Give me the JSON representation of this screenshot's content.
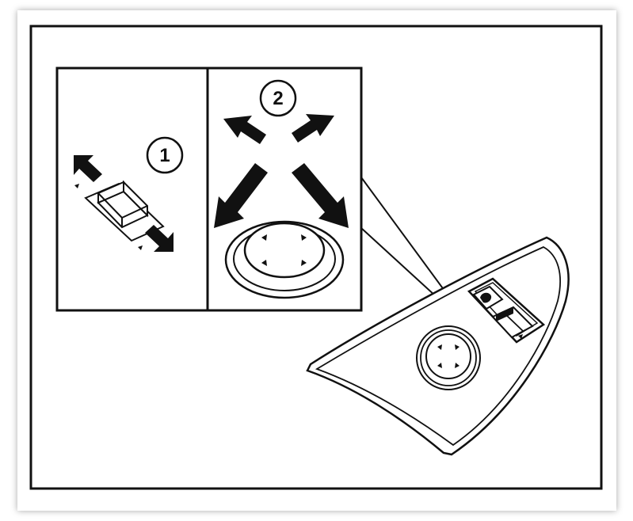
{
  "callouts": {
    "one": "1",
    "two": "2"
  },
  "colors": {
    "ink": "#111111",
    "paper": "#ffffff",
    "frame": "#1a1a1a"
  },
  "icons": {
    "door_panel": "door-switch-panel",
    "mirror_joystick": "mirror-control-joystick",
    "selector_switch": "mirror-selector-switch",
    "fold_button": "mirror-fold-button"
  }
}
